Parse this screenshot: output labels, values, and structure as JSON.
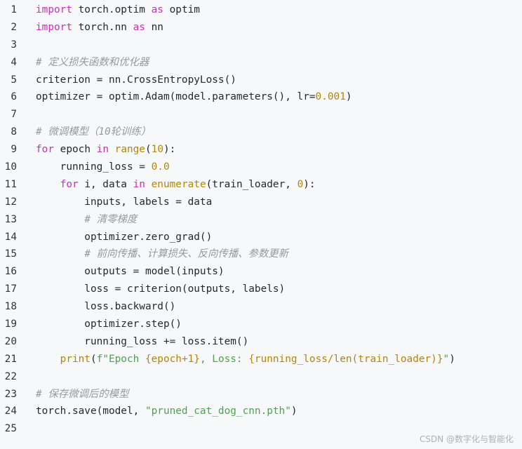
{
  "lines": [
    {
      "n": "1",
      "t": [
        {
          "c": "kw",
          "v": "import"
        },
        {
          "c": "",
          "v": " torch.optim "
        },
        {
          "c": "kw",
          "v": "as"
        },
        {
          "c": "",
          "v": " optim"
        }
      ]
    },
    {
      "n": "2",
      "t": [
        {
          "c": "kw",
          "v": "import"
        },
        {
          "c": "",
          "v": " torch.nn "
        },
        {
          "c": "kw",
          "v": "as"
        },
        {
          "c": "",
          "v": " nn"
        }
      ]
    },
    {
      "n": "3",
      "t": []
    },
    {
      "n": "4",
      "t": [
        {
          "c": "cm",
          "v": "# 定义损失函数和优化器"
        }
      ]
    },
    {
      "n": "5",
      "t": [
        {
          "c": "",
          "v": "criterion = nn.CrossEntropyLoss()"
        }
      ]
    },
    {
      "n": "6",
      "t": [
        {
          "c": "",
          "v": "optimizer = optim.Adam(model.parameters(), lr="
        },
        {
          "c": "num",
          "v": "0.001"
        },
        {
          "c": "",
          "v": ")"
        }
      ]
    },
    {
      "n": "7",
      "t": []
    },
    {
      "n": "8",
      "t": [
        {
          "c": "cm",
          "v": "# 微调模型（10轮训练）"
        }
      ]
    },
    {
      "n": "9",
      "t": [
        {
          "c": "kw",
          "v": "for"
        },
        {
          "c": "",
          "v": " epoch "
        },
        {
          "c": "kw",
          "v": "in"
        },
        {
          "c": "",
          "v": " "
        },
        {
          "c": "fn",
          "v": "range"
        },
        {
          "c": "",
          "v": "("
        },
        {
          "c": "num",
          "v": "10"
        },
        {
          "c": "",
          "v": "):"
        }
      ]
    },
    {
      "n": "10",
      "t": [
        {
          "c": "",
          "v": "    running_loss = "
        },
        {
          "c": "num",
          "v": "0.0"
        }
      ]
    },
    {
      "n": "11",
      "t": [
        {
          "c": "",
          "v": "    "
        },
        {
          "c": "kw",
          "v": "for"
        },
        {
          "c": "",
          "v": " i, data "
        },
        {
          "c": "kw",
          "v": "in"
        },
        {
          "c": "",
          "v": " "
        },
        {
          "c": "fn",
          "v": "enumerate"
        },
        {
          "c": "",
          "v": "(train_loader, "
        },
        {
          "c": "num",
          "v": "0"
        },
        {
          "c": "",
          "v": "):"
        }
      ]
    },
    {
      "n": "12",
      "t": [
        {
          "c": "",
          "v": "        inputs, labels = data"
        }
      ]
    },
    {
      "n": "13",
      "t": [
        {
          "c": "",
          "v": "        "
        },
        {
          "c": "cm",
          "v": "# 清零梯度"
        }
      ]
    },
    {
      "n": "14",
      "t": [
        {
          "c": "",
          "v": "        optimizer.zero_grad()"
        }
      ]
    },
    {
      "n": "15",
      "t": [
        {
          "c": "",
          "v": "        "
        },
        {
          "c": "cm",
          "v": "# 前向传播、计算损失、反向传播、参数更新"
        }
      ]
    },
    {
      "n": "16",
      "t": [
        {
          "c": "",
          "v": "        outputs = model(inputs)"
        }
      ]
    },
    {
      "n": "17",
      "t": [
        {
          "c": "",
          "v": "        loss = criterion(outputs, labels)"
        }
      ]
    },
    {
      "n": "18",
      "t": [
        {
          "c": "",
          "v": "        loss.backward()"
        }
      ]
    },
    {
      "n": "19",
      "t": [
        {
          "c": "",
          "v": "        optimizer.step()"
        }
      ]
    },
    {
      "n": "20",
      "t": [
        {
          "c": "",
          "v": "        running_loss += loss.item()"
        }
      ]
    },
    {
      "n": "21",
      "t": [
        {
          "c": "",
          "v": "    "
        },
        {
          "c": "fn",
          "v": "print"
        },
        {
          "c": "",
          "v": "("
        },
        {
          "c": "str",
          "v": "f\"Epoch "
        },
        {
          "c": "fn",
          "v": "{epoch+1}"
        },
        {
          "c": "str",
          "v": ", Loss: "
        },
        {
          "c": "fn",
          "v": "{running_loss/len(train_loader)}"
        },
        {
          "c": "str",
          "v": "\""
        },
        {
          "c": "",
          "v": ")"
        }
      ]
    },
    {
      "n": "22",
      "t": []
    },
    {
      "n": "23",
      "t": [
        {
          "c": "cm",
          "v": "# 保存微调后的模型"
        }
      ]
    },
    {
      "n": "24",
      "t": [
        {
          "c": "",
          "v": "torch.save(model, "
        },
        {
          "c": "str",
          "v": "\"pruned_cat_dog_cnn.pth\""
        },
        {
          "c": "",
          "v": ")"
        }
      ]
    },
    {
      "n": "25",
      "t": []
    }
  ],
  "watermark": "CSDN @数字化与智能化"
}
